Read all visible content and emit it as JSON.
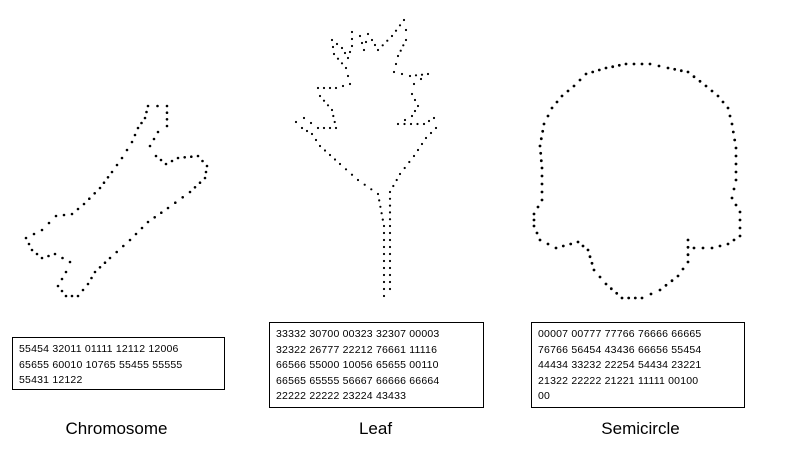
{
  "panels": [
    {
      "caption": "Chromosome",
      "code_lines": [
        "55454 32011 01111 12112 12006",
        "65655 60010 10765 55455 55555",
        "55431 12122"
      ]
    },
    {
      "caption": "Leaf",
      "code_lines": [
        "33332 30700 00323 32307 00003",
        "32322 26777 22212 76661 11116",
        "66566 55000 10056 65655 00110",
        "66565 65555 56667 66666 66664",
        "22222 22222 23224 43433"
      ]
    },
    {
      "caption": "Semicircle",
      "code_lines": [
        "00007 00777 77766 76666 66665",
        "76766 56454 43436 66656 55454",
        "44434 33232 22254 54434 23221",
        "21322 22222 21221 11111 00100",
        "00"
      ]
    }
  ],
  "colors": {
    "dots": "#000000",
    "box_border": "#000000"
  }
}
